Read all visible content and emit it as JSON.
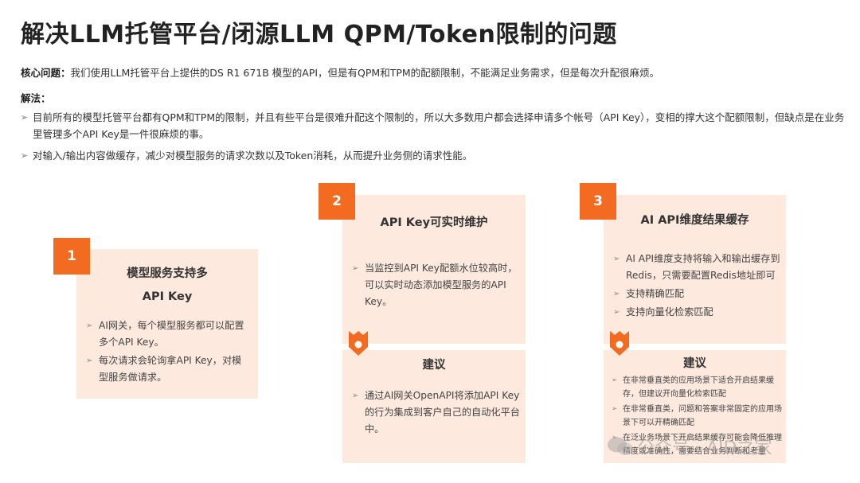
{
  "title": "解决LLM托管平台/闭源LLM QPM/Token限制的问题",
  "intro": {
    "core_label": "核心问题：",
    "core_text": "我们使用LLM托管平台上提供的DS R1 671B 模型的API，但是有QPM和TPM的配额限制，不能满足业务需求，但是每次升配很麻烦。",
    "solution_label": "解法：",
    "bullets": [
      "目前所有的模型托管平台都有QPM和TPM的限制，并且有些平台是很难升配这个限制的，所以大多数用户都会选择申请多个帐号（API Key），变相的撑大这个配额限制，但缺点是在业务里管理多个API Key是一件很麻烦的事。",
      "对输入/输出内容做缓存，减少对模型服务的请求次数以及Token消耗，从而提升业务侧的请求性能。"
    ]
  },
  "cards": [
    {
      "badge": "1",
      "title_line1": "模型服务支持多",
      "title_line2": "API Key",
      "items": [
        "AI网关，每个模型服务都可以配置多个API Key。",
        "每次请求会轮询拿API Key，对模型服务做请求。"
      ]
    },
    {
      "badge": "2",
      "title": "API Key可实时维护",
      "items": [
        "当监控到API Key配额水位较高时，可以实时动态添加模型服务的API Key。"
      ],
      "suggest_title": "建议",
      "suggest_items": [
        "通过AI网关OpenAPI将添加API Key的行为集成到客户自己的自动化平台中。"
      ]
    },
    {
      "badge": "3",
      "title": "AI API维度结果缓存",
      "items": [
        "AI API维度支持将输入和输出缓存到Redis，只需要配置Redis地址即可",
        "支持精确匹配",
        "支持向量化检索匹配"
      ],
      "suggest_title": "建议",
      "suggest_items": [
        "在非常垂直类的应用场景下适合开启结果缓存，但建议开向量化检索匹配",
        "在非常垂直类，问题和答案非常固定的应用场景下可以开精确匹配",
        "在泛业务场景下开启结果缓存可能会降低推理精度或准确性，需要结合业务判断和考量"
      ]
    }
  ],
  "watermark": "公众号 · AID之家",
  "colors": {
    "accent": "#f26b21",
    "panel": "#fde9de"
  }
}
